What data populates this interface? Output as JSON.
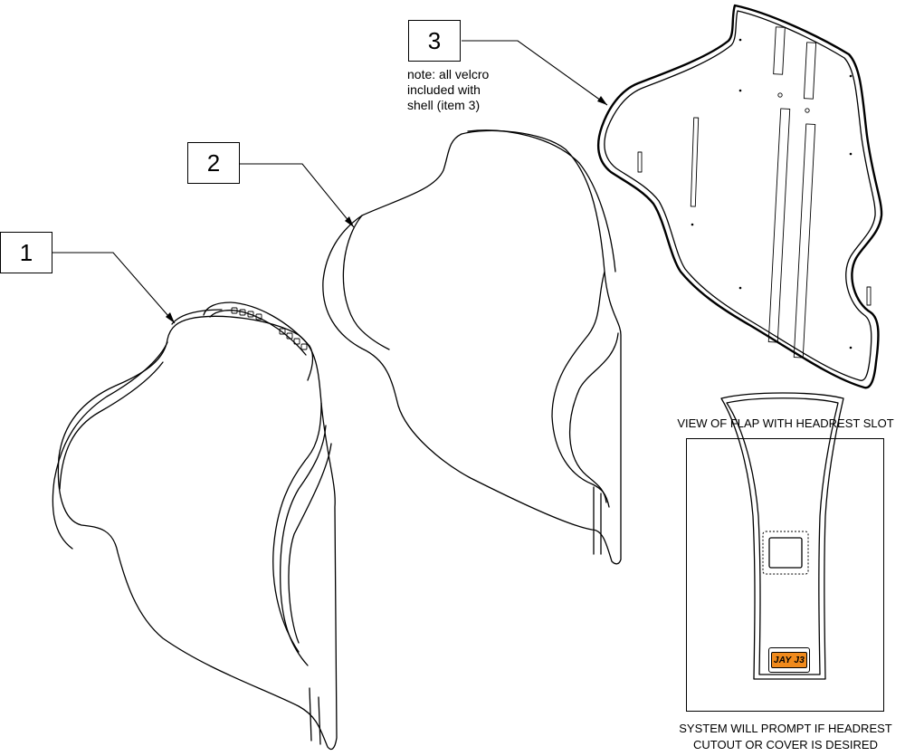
{
  "callouts": [
    {
      "label": "1"
    },
    {
      "label": "2"
    },
    {
      "label": "3"
    }
  ],
  "note": {
    "line1": "note: all velcro",
    "line2": "included with",
    "line3": "shell (item 3)"
  },
  "inset": {
    "title": "VIEW OF FLAP WITH HEADREST SLOT",
    "footer_line1": "SYSTEM WILL PROMPT IF HEADREST",
    "footer_line2": "CUTOUT OR COVER IS DESIRED",
    "badge_logo": "JAY J3"
  },
  "colors": {
    "line": "#000000",
    "background": "#ffffff",
    "badge_accent": "#f08a1c"
  }
}
